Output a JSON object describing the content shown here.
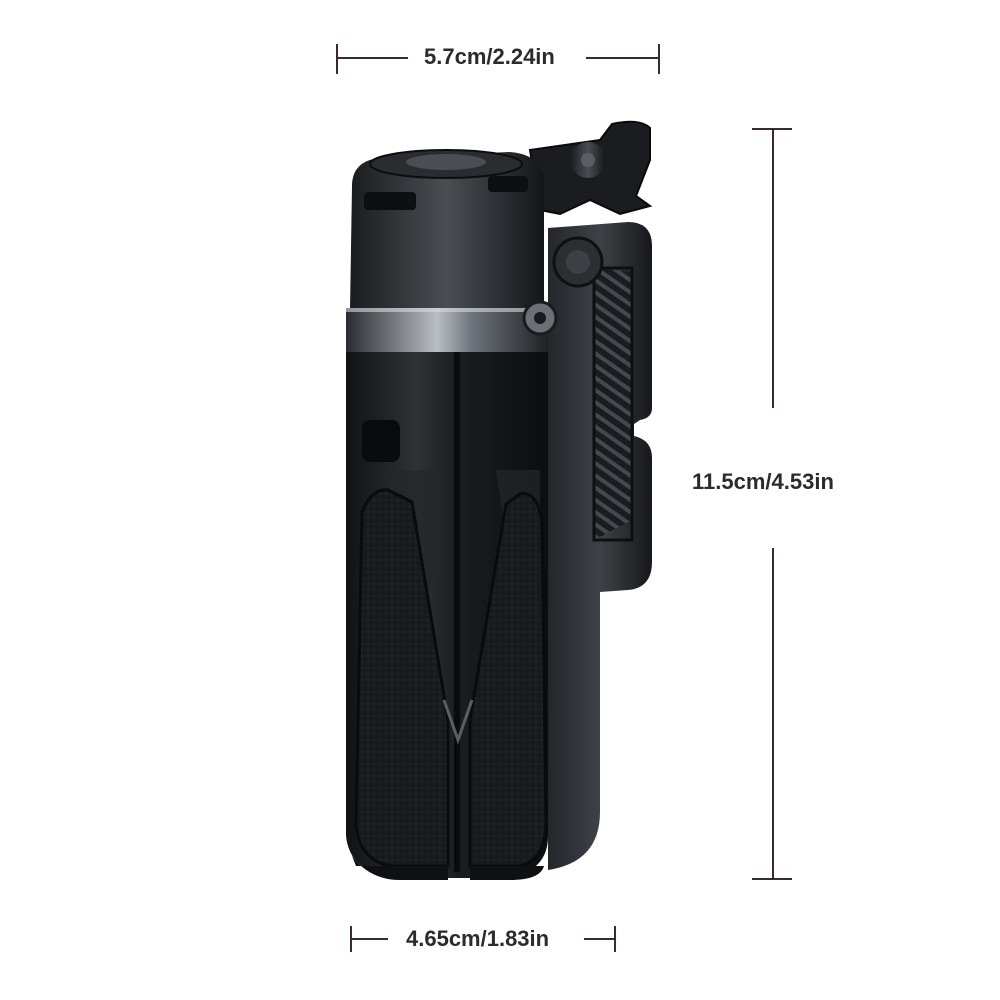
{
  "dimensions": {
    "top_width": "5.7cm/2.24in",
    "height": "11.5cm/4.53in",
    "bottom_width": "4.65cm/1.83in"
  },
  "product": {
    "name_icon": "tripod-phone-grip-image"
  },
  "colors": {
    "dimension_line": "#3a2b2a",
    "dimension_text": "#2b2b2b",
    "body_dark": "#1a1b1d",
    "metal_highlight": "#9aa0a6"
  }
}
